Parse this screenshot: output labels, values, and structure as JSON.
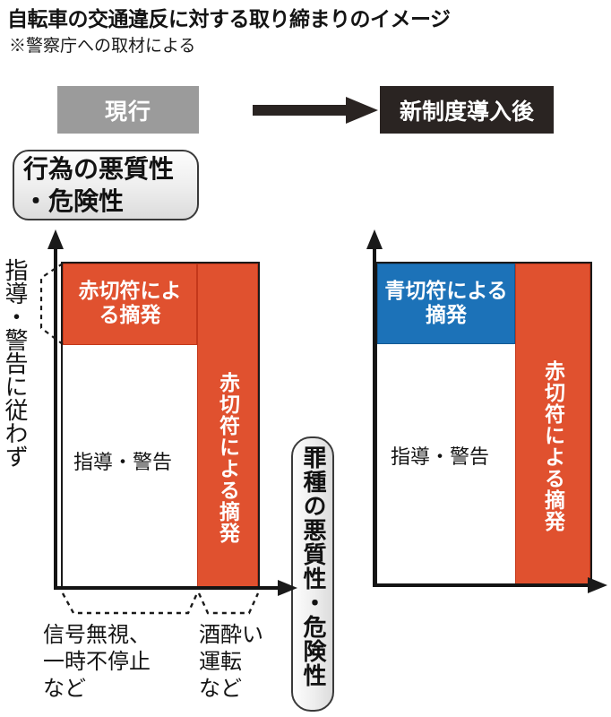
{
  "header": {
    "title": "自転車の交通違反に対する取り締まりのイメージ",
    "source_note": "※警察庁への取材による"
  },
  "phases": {
    "current_label": "現行",
    "new_label": "新制度導入後",
    "arrow_icon": "right-arrow-icon"
  },
  "callouts": {
    "y_axis_line1": "行為の悪質性",
    "y_axis_line2": "・危険性",
    "x_axis_label": "罪種の悪質性・危険性"
  },
  "axis_caption_left": "指導・警告に従わず",
  "bottom_captions": {
    "left": "信号無視、\n一時不停止\nなど",
    "left_line1": "信号無視、",
    "left_line2": "一時不停止",
    "left_line3": "など",
    "right_line1": "酒酔い",
    "right_line2": "運転",
    "right_line3": "など"
  },
  "chart_data": {
    "type": "bar",
    "title": "自転車の交通違反に対する取り締まりのイメージ",
    "xlabel": "罪種の悪質性・危険性",
    "ylabel": "行為の悪質性・危険性",
    "grid": false,
    "legend": "none",
    "panels": [
      {
        "name": "現行",
        "panel_id": "current",
        "categories": [
          "信号無視、一時不停止など",
          "酒酔い運転など"
        ],
        "blocks": [
          {
            "label": "赤切符による摘発",
            "color": "#e0512f",
            "category_index": 0,
            "orientation": "horizontal",
            "y_from": 0.74,
            "y_to": 1.0
          },
          {
            "label": "指導・警告",
            "color": "#ffffff",
            "category_index": 0,
            "orientation": "horizontal",
            "y_from": 0.0,
            "y_to": 0.74
          },
          {
            "label": "赤切符による摘発",
            "color": "#e0512f",
            "category_index": 1,
            "orientation": "vertical",
            "y_from": 0.0,
            "y_to": 1.0
          }
        ]
      },
      {
        "name": "新制度導入後",
        "panel_id": "new",
        "categories": [
          "信号無視、一時不停止など",
          "酒酔い運転など"
        ],
        "blocks": [
          {
            "label": "青切符による摘発",
            "color": "#1c72b8",
            "category_index": 0,
            "orientation": "horizontal",
            "y_from": 0.74,
            "y_to": 1.0
          },
          {
            "label": "指導・警告",
            "color": "#ffffff",
            "category_index": 0,
            "orientation": "horizontal",
            "y_from": 0.0,
            "y_to": 0.74
          },
          {
            "label": "赤切符による摘発",
            "color": "#e0512f",
            "category_index": 1,
            "orientation": "vertical",
            "y_from": 0.0,
            "y_to": 1.0
          }
        ]
      }
    ]
  },
  "blocks": {
    "red_ticket": "赤切符による摘発",
    "blue_ticket": "青切符による摘発",
    "guidance_warning": "指導・警告"
  },
  "colors": {
    "red": "#e0512f",
    "blue": "#1c72b8",
    "gray_box": "#9b9b9b",
    "dark_box": "#2a2422",
    "axis": "#141414"
  }
}
